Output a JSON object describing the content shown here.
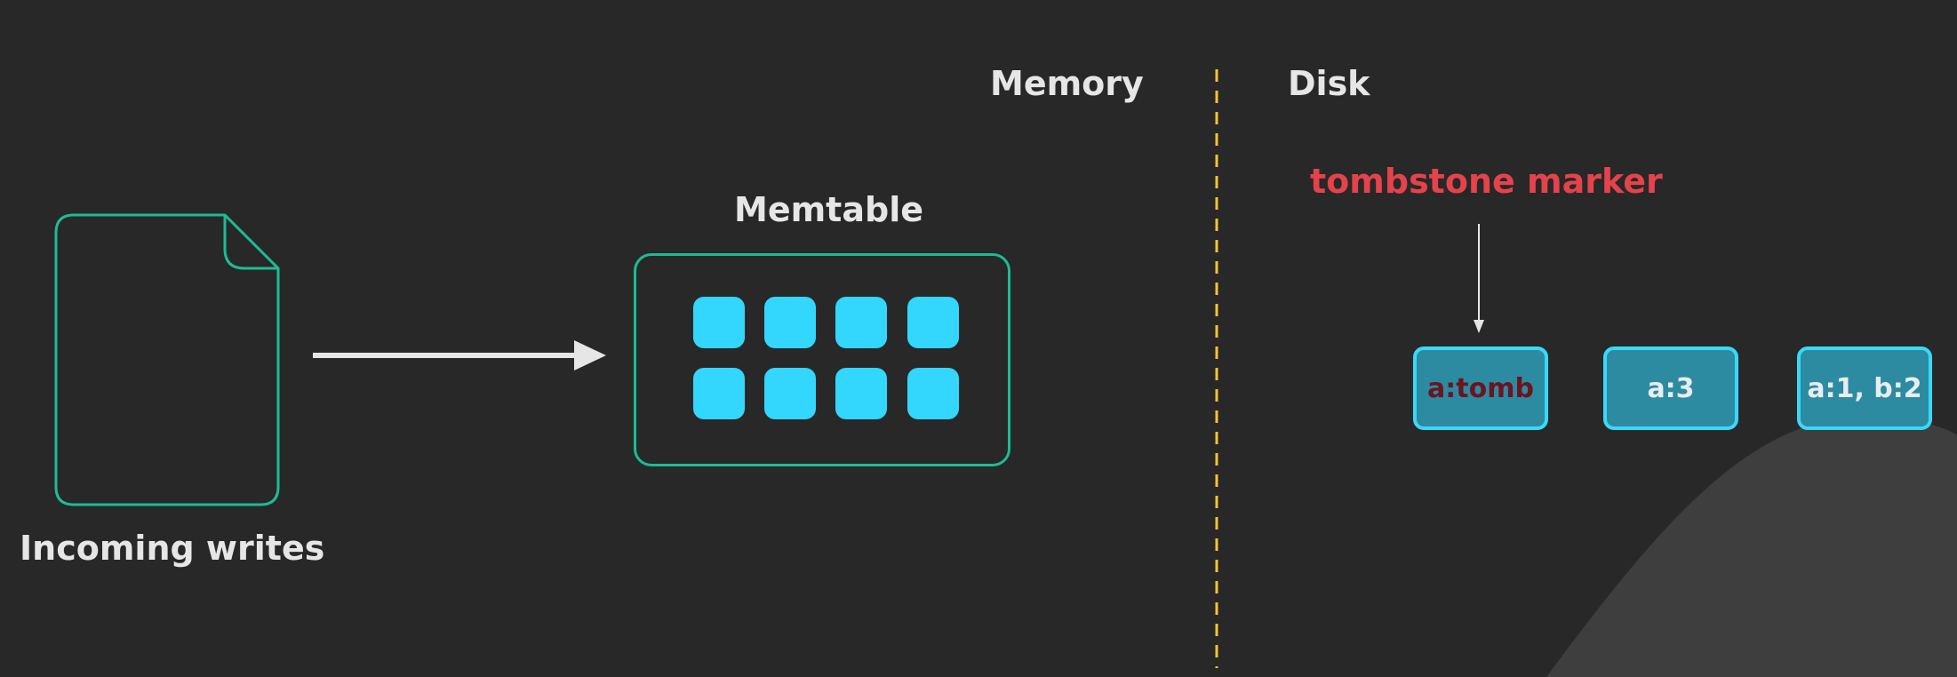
{
  "regions": {
    "memory_label": "Memory",
    "disk_label": "Disk"
  },
  "incoming": {
    "label": "Incoming writes",
    "icon": "document-icon"
  },
  "memtable": {
    "label": "Memtable",
    "cell_count": 8
  },
  "annotation": {
    "label": "tombstone marker"
  },
  "sstables": [
    {
      "label": "a:tomb"
    },
    {
      "label": "a:3"
    },
    {
      "label": "a:1, b:2"
    }
  ],
  "colors": {
    "background": "#282828",
    "outline_green": "#1cbc93",
    "cell_cyan": "#33d6fd",
    "divider_yellow": "#f3c531",
    "tombstone_red": "#e4434b",
    "sstable_fill": "#2c8ba1",
    "sstable_border": "#3ad8f8"
  }
}
